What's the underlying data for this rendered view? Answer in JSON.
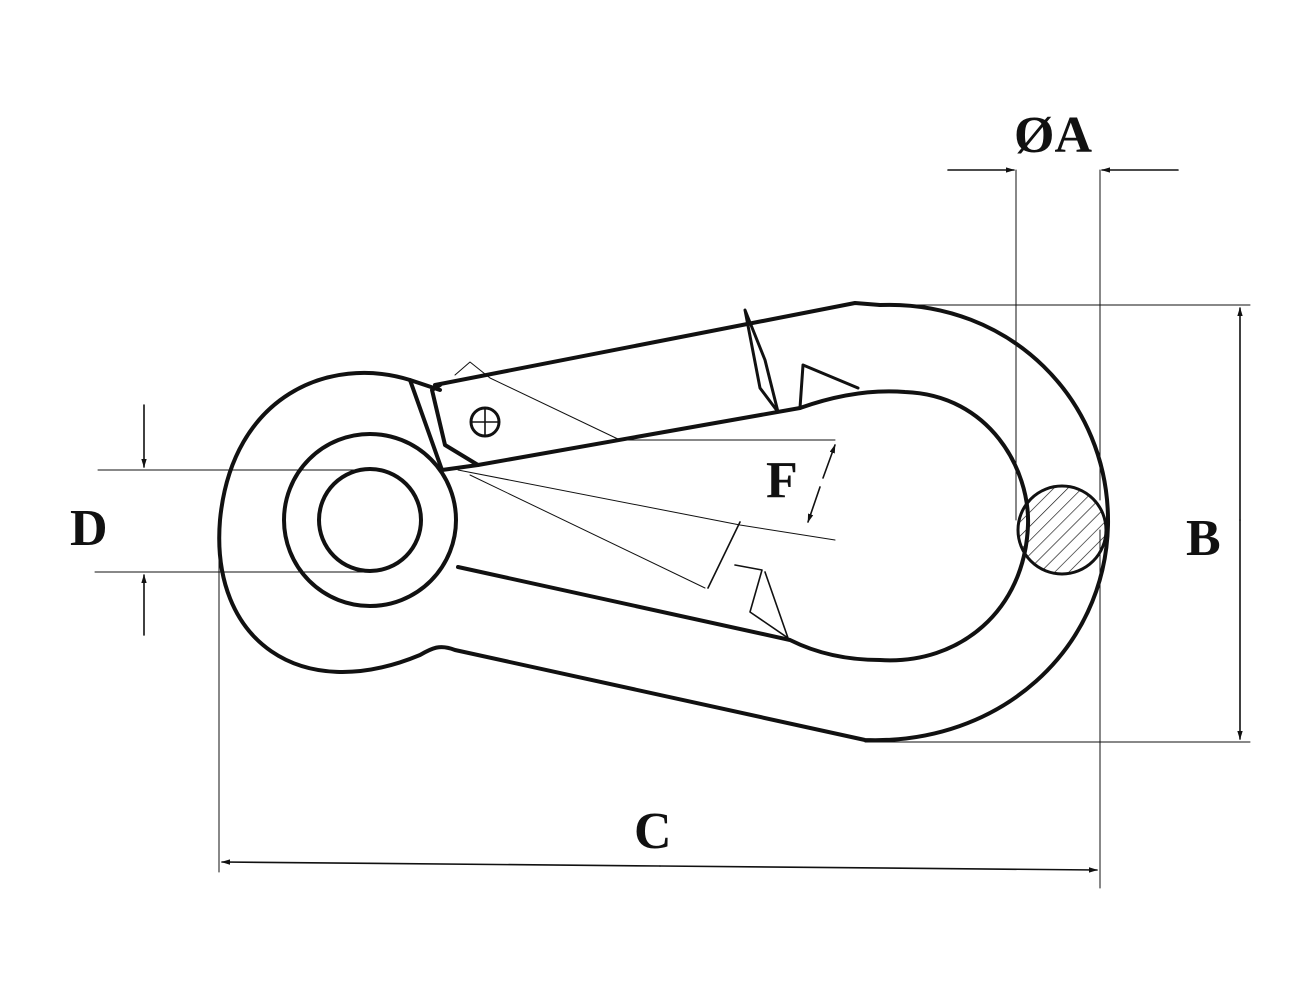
{
  "labels": {
    "a": "ØA",
    "b": "B",
    "c": "C",
    "d": "D",
    "f": "F"
  },
  "colors": {
    "ink": "#111111",
    "background": "#ffffff"
  }
}
